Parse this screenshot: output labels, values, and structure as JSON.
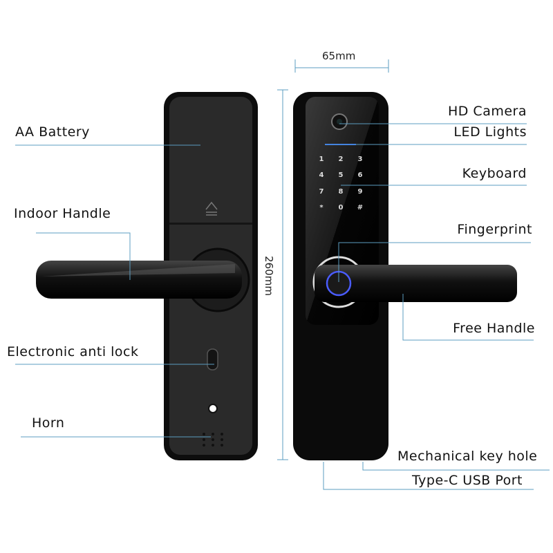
{
  "dimensions": {
    "width": "65mm",
    "height": "260mm"
  },
  "labels": {
    "aa_battery": "AA Battery",
    "indoor_handle": "Indoor Handle",
    "anti_lock": "Electronic anti lock",
    "horn": "Horn",
    "hd_camera": "HD Camera",
    "led_lights": "LED Lights",
    "keyboard": "Keyboard",
    "fingerprint": "Fingerprint",
    "free_handle": "Free Handle",
    "key_hole": "Mechanical key hole",
    "usb_port": "Type-C USB Port"
  },
  "keypad": [
    "1",
    "2",
    "3",
    "4",
    "5",
    "6",
    "7",
    "8",
    "9",
    "*",
    "0",
    "#"
  ],
  "colors": {
    "leader": "#5b9cc0",
    "body": "#0d0d0d",
    "panel": "#262626",
    "fingerprint_ring": "#4a5cff"
  }
}
